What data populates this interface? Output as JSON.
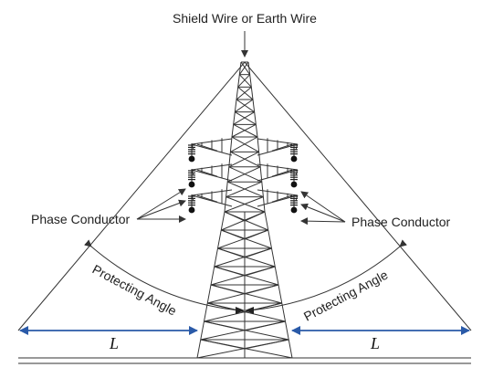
{
  "labels": {
    "shield_wire": "Shield Wire or Earth Wire",
    "phase_conductor_left": "Phase Conductor",
    "phase_conductor_right": "Phase Conductor",
    "protecting_angle_left": "Protecting Angle",
    "protecting_angle_right": "Protecting Angle",
    "distance_left": "L",
    "distance_right": "L"
  },
  "colors": {
    "lines": "#333333",
    "dimension_arrows": "#2a5aa8",
    "text": "#222222"
  },
  "icons": {
    "insulator": "insulator-string-icon",
    "conductor": "conductor-dot-icon"
  }
}
